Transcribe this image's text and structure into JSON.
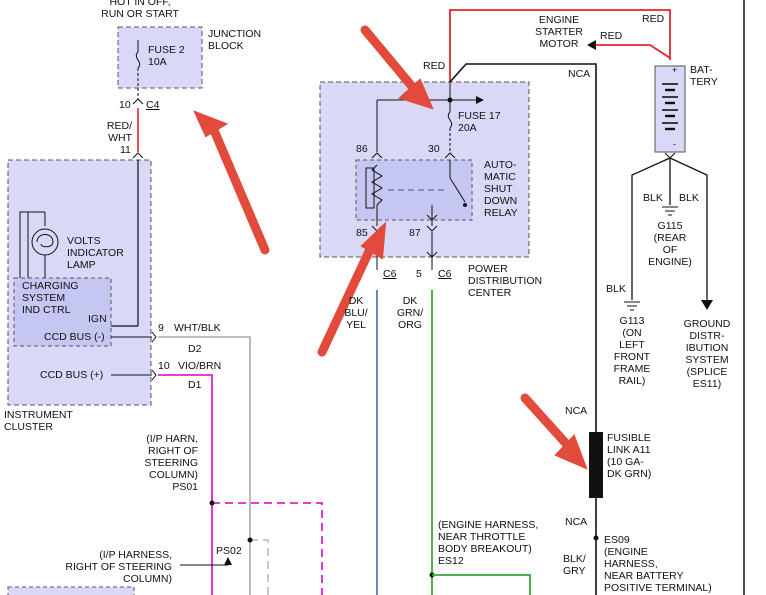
{
  "top_text": "HOT IN OFF,\nRUN OR START",
  "junction_block": {
    "name": "JUNCTION\nBLOCK",
    "fuse": "FUSE 2\n10A",
    "pin": "10",
    "connector": "C4",
    "wire_color": "RED/\nWHT",
    "pin_ign": "11"
  },
  "instrument_cluster": {
    "volts_lamp": "VOLTS\nINDICATOR\nLAMP",
    "charging_ctrl": "CHARGING\nSYSTEM\nIND CTRL",
    "ign": "IGN",
    "ccd_minus": "CCD BUS (-)",
    "ccd_plus": "CCD BUS (+)",
    "name": "INSTRUMENT\nCLUSTER",
    "pin9": "9",
    "pin10": "10",
    "wire_d2": "WHT/BLK",
    "circuit_d2": "D2",
    "wire_d1": "VIO/BRN",
    "circuit_d1": "D1"
  },
  "pdc": {
    "name": "POWER\nDISTRIBUTION\nCENTER",
    "fuse": "FUSE 17\n20A",
    "relay": "AUTO-\nMATIC\nSHUT\nDOWN\nRELAY",
    "pin86": "86",
    "pin30": "30",
    "pin85": "85",
    "pin87": "87",
    "c6_pin": "5",
    "c6_a": "C6",
    "c6_b": "C6",
    "wire_red": "RED",
    "wire_blu": "DK\nBLU/\nYEL",
    "wire_grn": "DK\nGRN/\nORG"
  },
  "starter": {
    "name": "ENGINE\nSTARTER\nMOTOR",
    "wire_top": "RED",
    "wire_arrow": "RED",
    "nca": "NCA"
  },
  "battery": {
    "name": "BAT-\nTERY",
    "plus": "+",
    "minus": "-",
    "blk_left": "BLK",
    "blk_mid": "BLK",
    "blk_right": "BLK",
    "g115": "G115\n(REAR\nOF\nENGINE)",
    "g113": "G113\n(ON\nLEFT\nFRONT\nFRAME\nRAIL)",
    "ground": "GROUND\nDISTR-\nIBUTION\nSYSTEM\n(SPLICE\nES11)"
  },
  "fusible_link": {
    "name": "FUSIBLE\nLINK A11\n(10 GA-\nDK GRN)",
    "nca_top": "NCA",
    "nca_bottom": "NCA",
    "es09": "ES09\n(ENGINE\nHARNESS,\nNEAR BATTERY\nPOSITIVE TERMINAL)",
    "wire": "BLK/\nGRY"
  },
  "lower": {
    "ip_harn": "(I/P HARN,\nRIGHT OF\nSTEERING\nCOLUMN)\nPS01",
    "ip_harness": "(I/P HARNESS,\nRIGHT OF STEERING\nCOLUMN)",
    "ps02": "PS02",
    "engine_harness": "(ENGINE HARNESS,\nNEAR THROTTLE\nBODY BREAKOUT)\nES12"
  },
  "colors": {
    "panel": "#d9d9f7",
    "inner_panel": "#c6c6f2",
    "red_wire": "#e8232a",
    "pink_wire": "#e020d0",
    "green_wire": "#3aa83a",
    "arrow": "#e24a3c"
  }
}
